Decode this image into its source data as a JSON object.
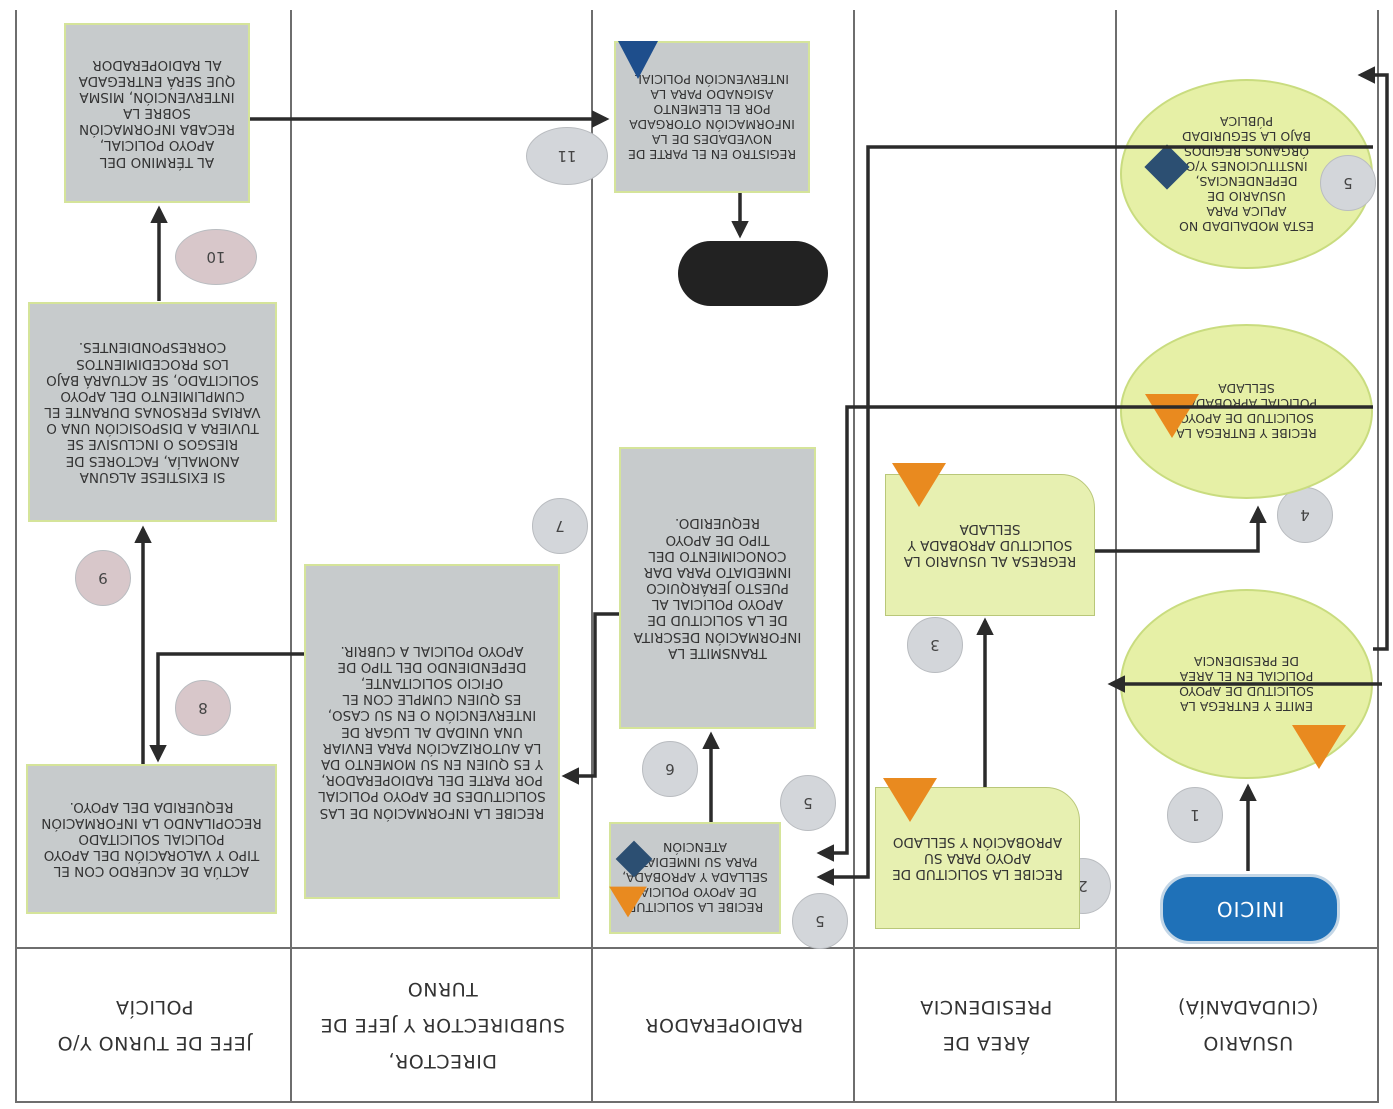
{
  "lanes": [
    {
      "id": "usuario",
      "title": "USUARIO\n(CIUDADANÍA)"
    },
    {
      "id": "presidencia",
      "title": "ÁREA DE\nPRESIDENCIA"
    },
    {
      "id": "radio",
      "title": "RADIOPERADOR"
    },
    {
      "id": "director",
      "title": "DIRECTOR,\nSUBDIRECTOR Y JEFE DE\nTURNO"
    },
    {
      "id": "jefe",
      "title": "JEFE DE TURNO Y/O\nPOLICÍA"
    }
  ],
  "terminals": {
    "inicio": "INICIO",
    "fin": ""
  },
  "steps": {
    "s1": "EMITE Y ENTREGA LA SOLICITUD DE APOYO POLICIAL EN EL ÁREA DE PRESIDENCIA",
    "s2": "RECIBE LA SOLICITUD DE APOYO PARA SU APROBACIÓN Y SELLADO",
    "s3": "REGRESA AL USUARIO LA SOLICITUD APROBADA Y SELLADA",
    "s4": "RECIBE Y ENTREGA LA SOLICITUD DE APOYO POLICIAL APROBADA Y SELLADA",
    "s5u": "ESTA MODALIDAD NO APLICA PARA USUARIO DE DEPENDENCIAS, INSTITUCIONES Y/O ÓRGANOS REGIDOS BAJO LA SEGURIDAD PÚBLICA",
    "s5r": "RECIBE LA SOLICITUD DE APOYO POLICIAL SELLADA Y APROBADA, PARA SU INMEDIATA ATENCIÓN",
    "s6": "TRANSMITE LA INFORMACIÓN DESCRITA DE LA SOLICITUD DE APOYO POLICIAL AL PUESTO JERÁRQUICO INMEDIATO PARA DAR CONOCIMIENTO DEL TIPO DE APOYO REQUERIDO.",
    "s7": "RECIBE LA INFORMACIÓN DE LAS SOLICITUDES DE APOYO POLICIAL POR PARTE DEL RADIOPERADOR, Y ES QUIEN EN SU MOMENTO DA LA AUTORIZACIÓN PARA ENVIAR UNA UNIDAD AL LUGAR DE INTERVENCIÓN O EN SU CASO, ES QUIEN CUMPLE CON EL OFICIO SOLICITANTE, DEPENDIENDO DEL TIPO DE APOYO POLICIAL A CUBRIR.",
    "s8": "ACTÚA DE ACUERDO CON EL TIPO Y VALORACIÓN DEL APOYO POLICIAL SOLICITADO RECOPILANDO LA INFORMACIÓN REQUERIDA DEL APOYO.",
    "s9": "SI EXISTIESE ALGUNA ANOMALÍA, FACTORES DE RIESGOS O INCLUSIVE SE TUVIERA A DISPOSICIÓN UNA O VARIAS PERSONAS DURANTE EL CUMPLIMIENTO DEL APOYO SOLICITADO, SE ACTUARÁ BAJO LOS PROCEDIMIENTOS CORRESPONDIENTES.",
    "s10": "AL TÉRMINO DEL APOYO POLICIAL, RECABA INFORMACIÓN SOBRE LA INTERVENCIÓN, MISMA QUE SERÁ ENTREGADA AL RADIOPERADOR",
    "s11": "REGISTRO EN EL PARTE DE NOVEDADES DE LA INFORMACIÓN OTORGADA POR EL ELEMENTO ASIGNADO PARA LA INTERVENCIÓN POLICIAL"
  },
  "numbers": {
    "n1": "1",
    "n2": "2",
    "n3": "3",
    "n4": "4",
    "n5u": "5",
    "n5r": "5",
    "n5r2": "5",
    "n6": "6",
    "n7": "7",
    "n8": "8",
    "n9": "9",
    "n10": "10",
    "n11": "11"
  },
  "colors": {
    "process_fill": "#c7cbcc",
    "document_fill": "#e7f0b1",
    "oval_fill": "#e6f0a6",
    "start": "#1f71b8",
    "end": "#222222",
    "warning_triangle": "#e98a1f",
    "diamond": "#2c4f72"
  }
}
